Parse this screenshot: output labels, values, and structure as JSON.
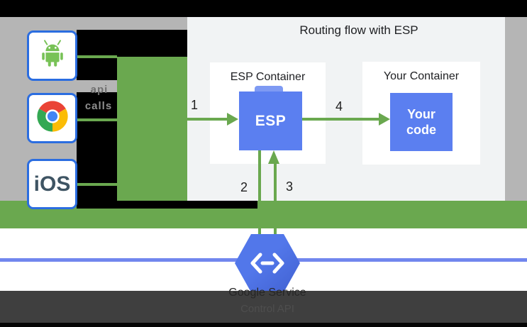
{
  "diagram": {
    "title": "Routing flow with ESP",
    "clients": {
      "android_icon": "android-robot",
      "chrome_icon": "chrome-browser",
      "ios_label": "iOS"
    },
    "left_labels": {
      "api_line1": "api",
      "api_line2": "calls"
    },
    "esp_container": {
      "label": "ESP Container",
      "box_label": "ESP"
    },
    "your_container": {
      "label": "Your Container",
      "box_line1": "Your",
      "box_line2": "code"
    },
    "steps": {
      "one": "1",
      "two": "2",
      "three": "3",
      "four": "4"
    },
    "service": {
      "logo_icon": "google-cloud-endpoints-hexagon",
      "line1": "Google Service",
      "line2": "Control API"
    },
    "colors": {
      "green": "#6aa84f",
      "box_blue": "#5b7ff0",
      "hexagon_blue": "#4a6ce0",
      "service_line_blue": "#7186ee",
      "client_border_blue": "#2b6de0",
      "background_gray": "#b5b5b5",
      "panel_gray": "#f1f3f4",
      "dark_band": "#3f3f3f"
    }
  }
}
